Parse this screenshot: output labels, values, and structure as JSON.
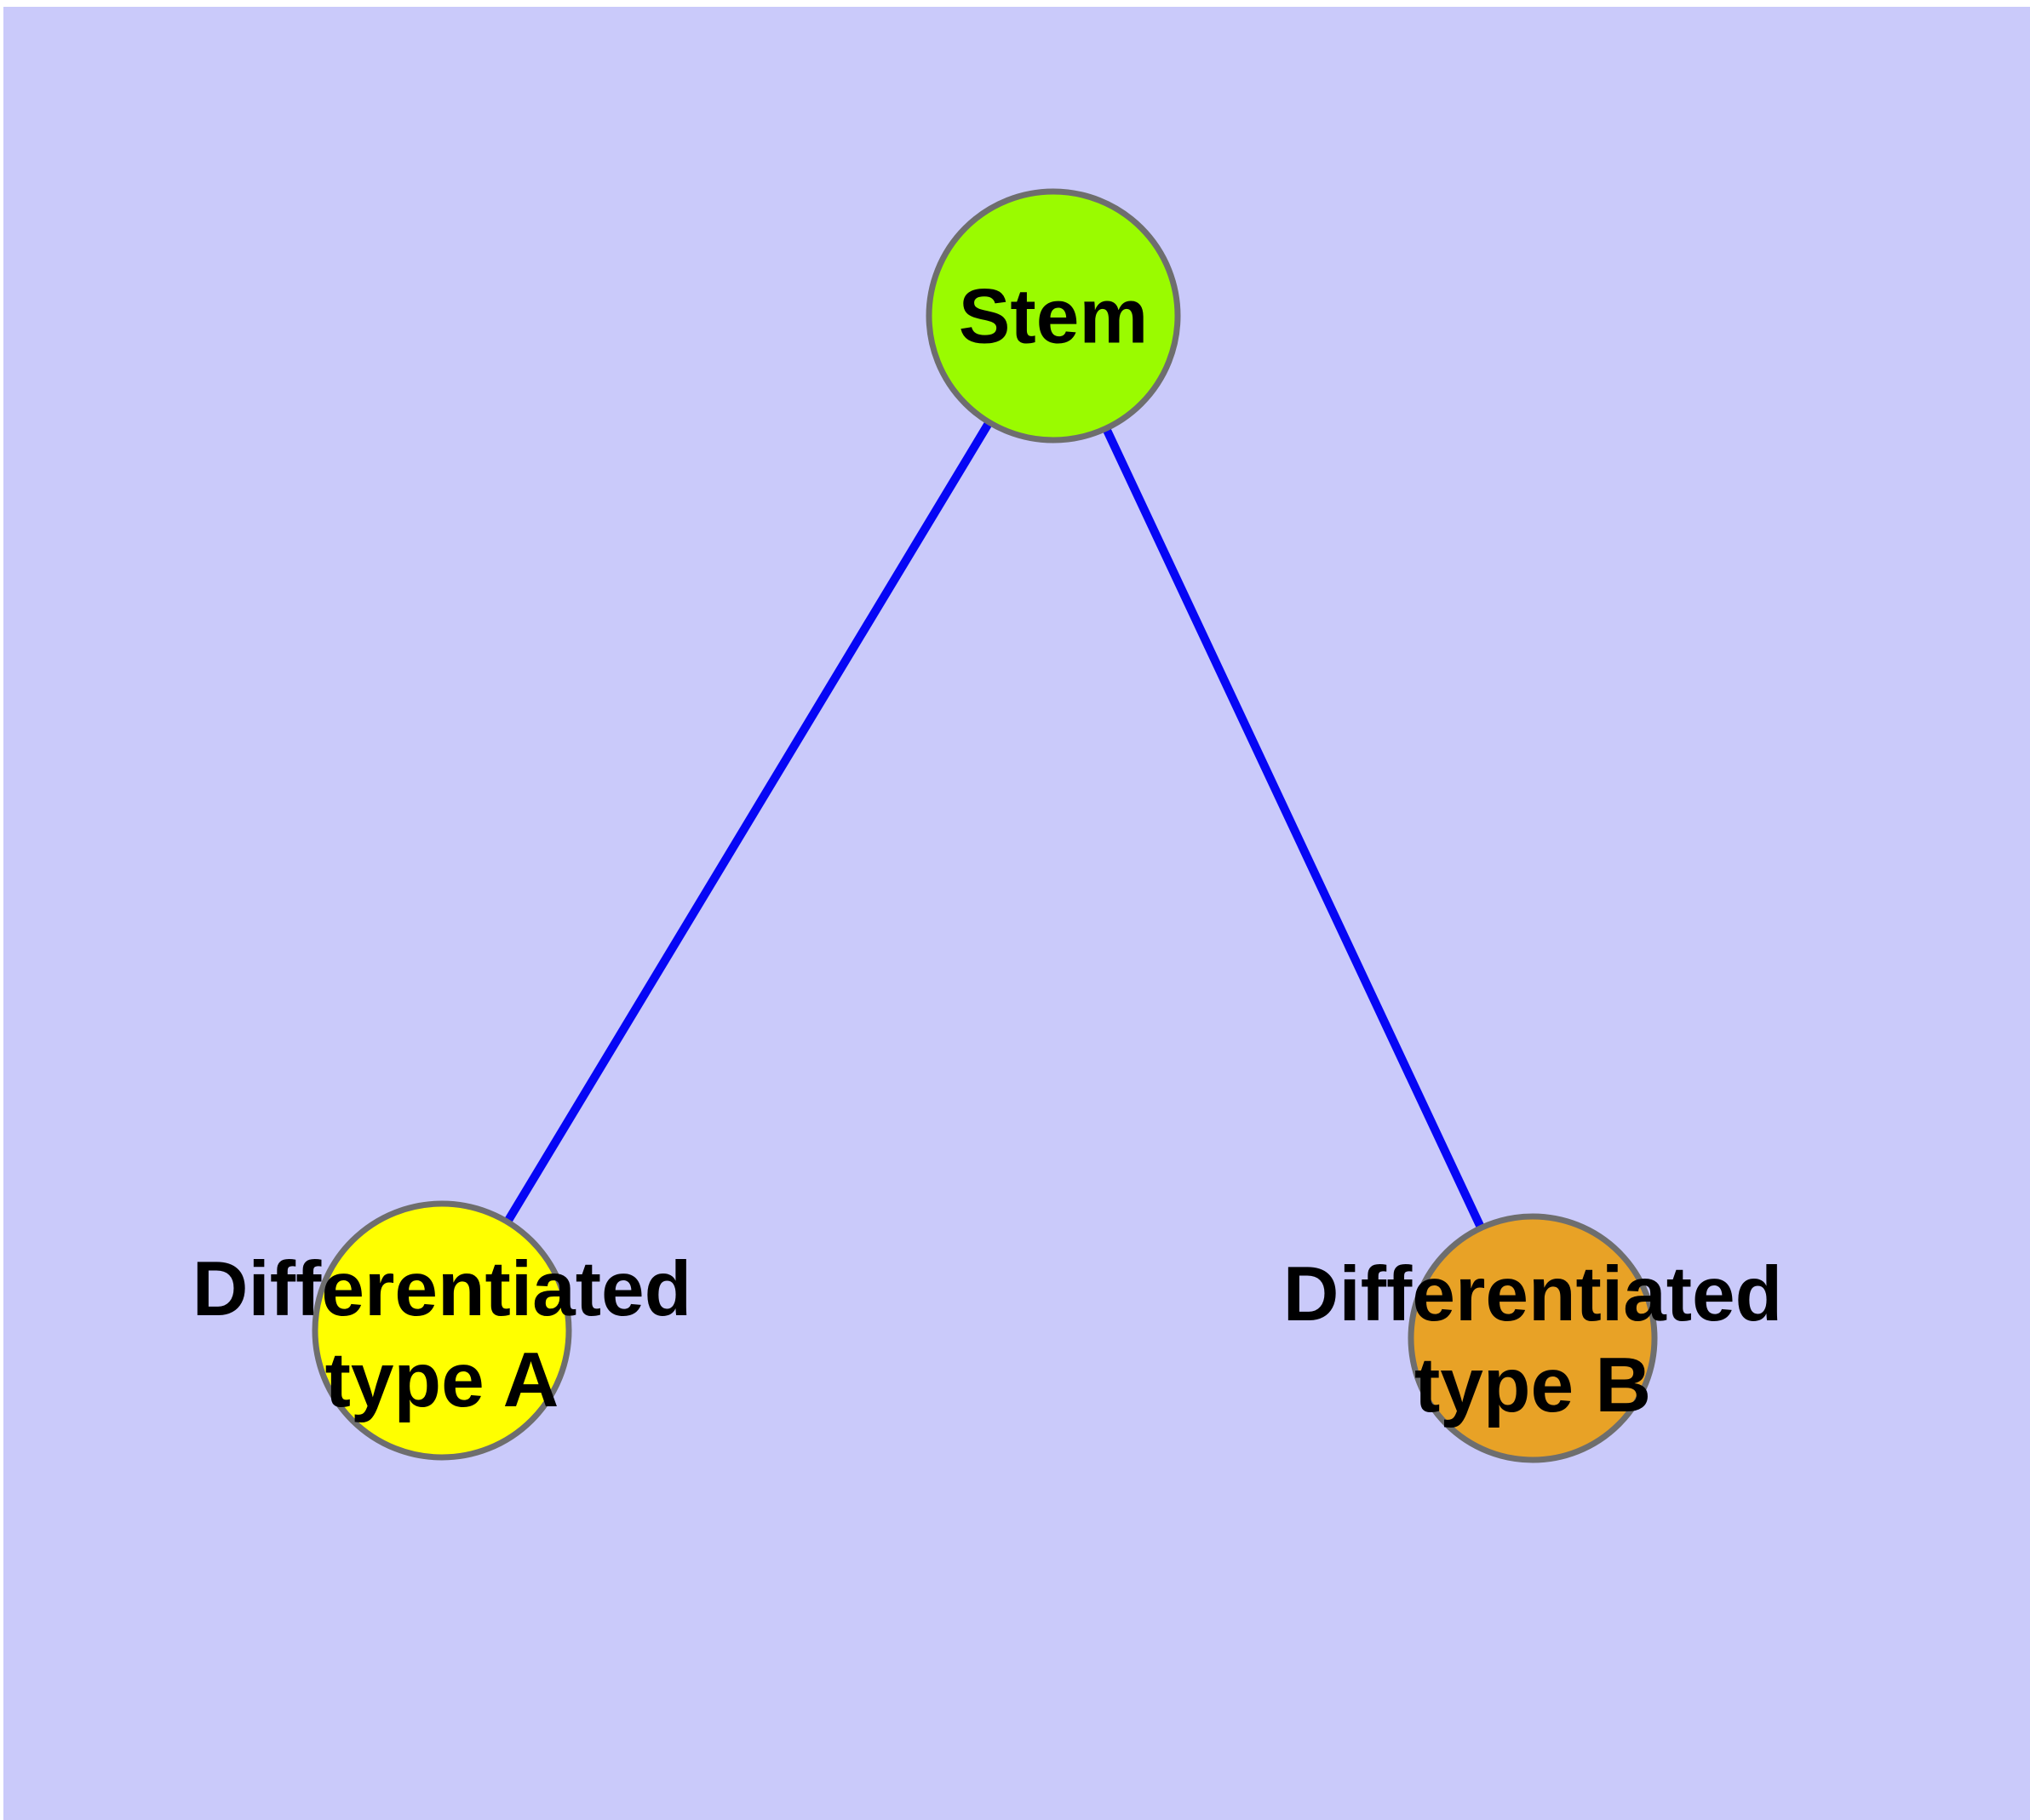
{
  "diagram": {
    "background_color": "#CACAFA",
    "page_margin_color": "#FFFFFF",
    "edge_color": "#0606F5",
    "node_border_color": "#6E6E6E",
    "nodes": {
      "stem": {
        "label": "Stem",
        "fill": "#9AFB00"
      },
      "type_a": {
        "label": "Differentiated\ntype A",
        "fill": "#FFFF00"
      },
      "type_b": {
        "label": "Differentiated\ntype B",
        "fill": "#E8A226"
      }
    },
    "edges": [
      {
        "from": "Stem",
        "to": "Differentiated type A"
      },
      {
        "from": "Stem",
        "to": "Differentiated type B"
      }
    ]
  }
}
